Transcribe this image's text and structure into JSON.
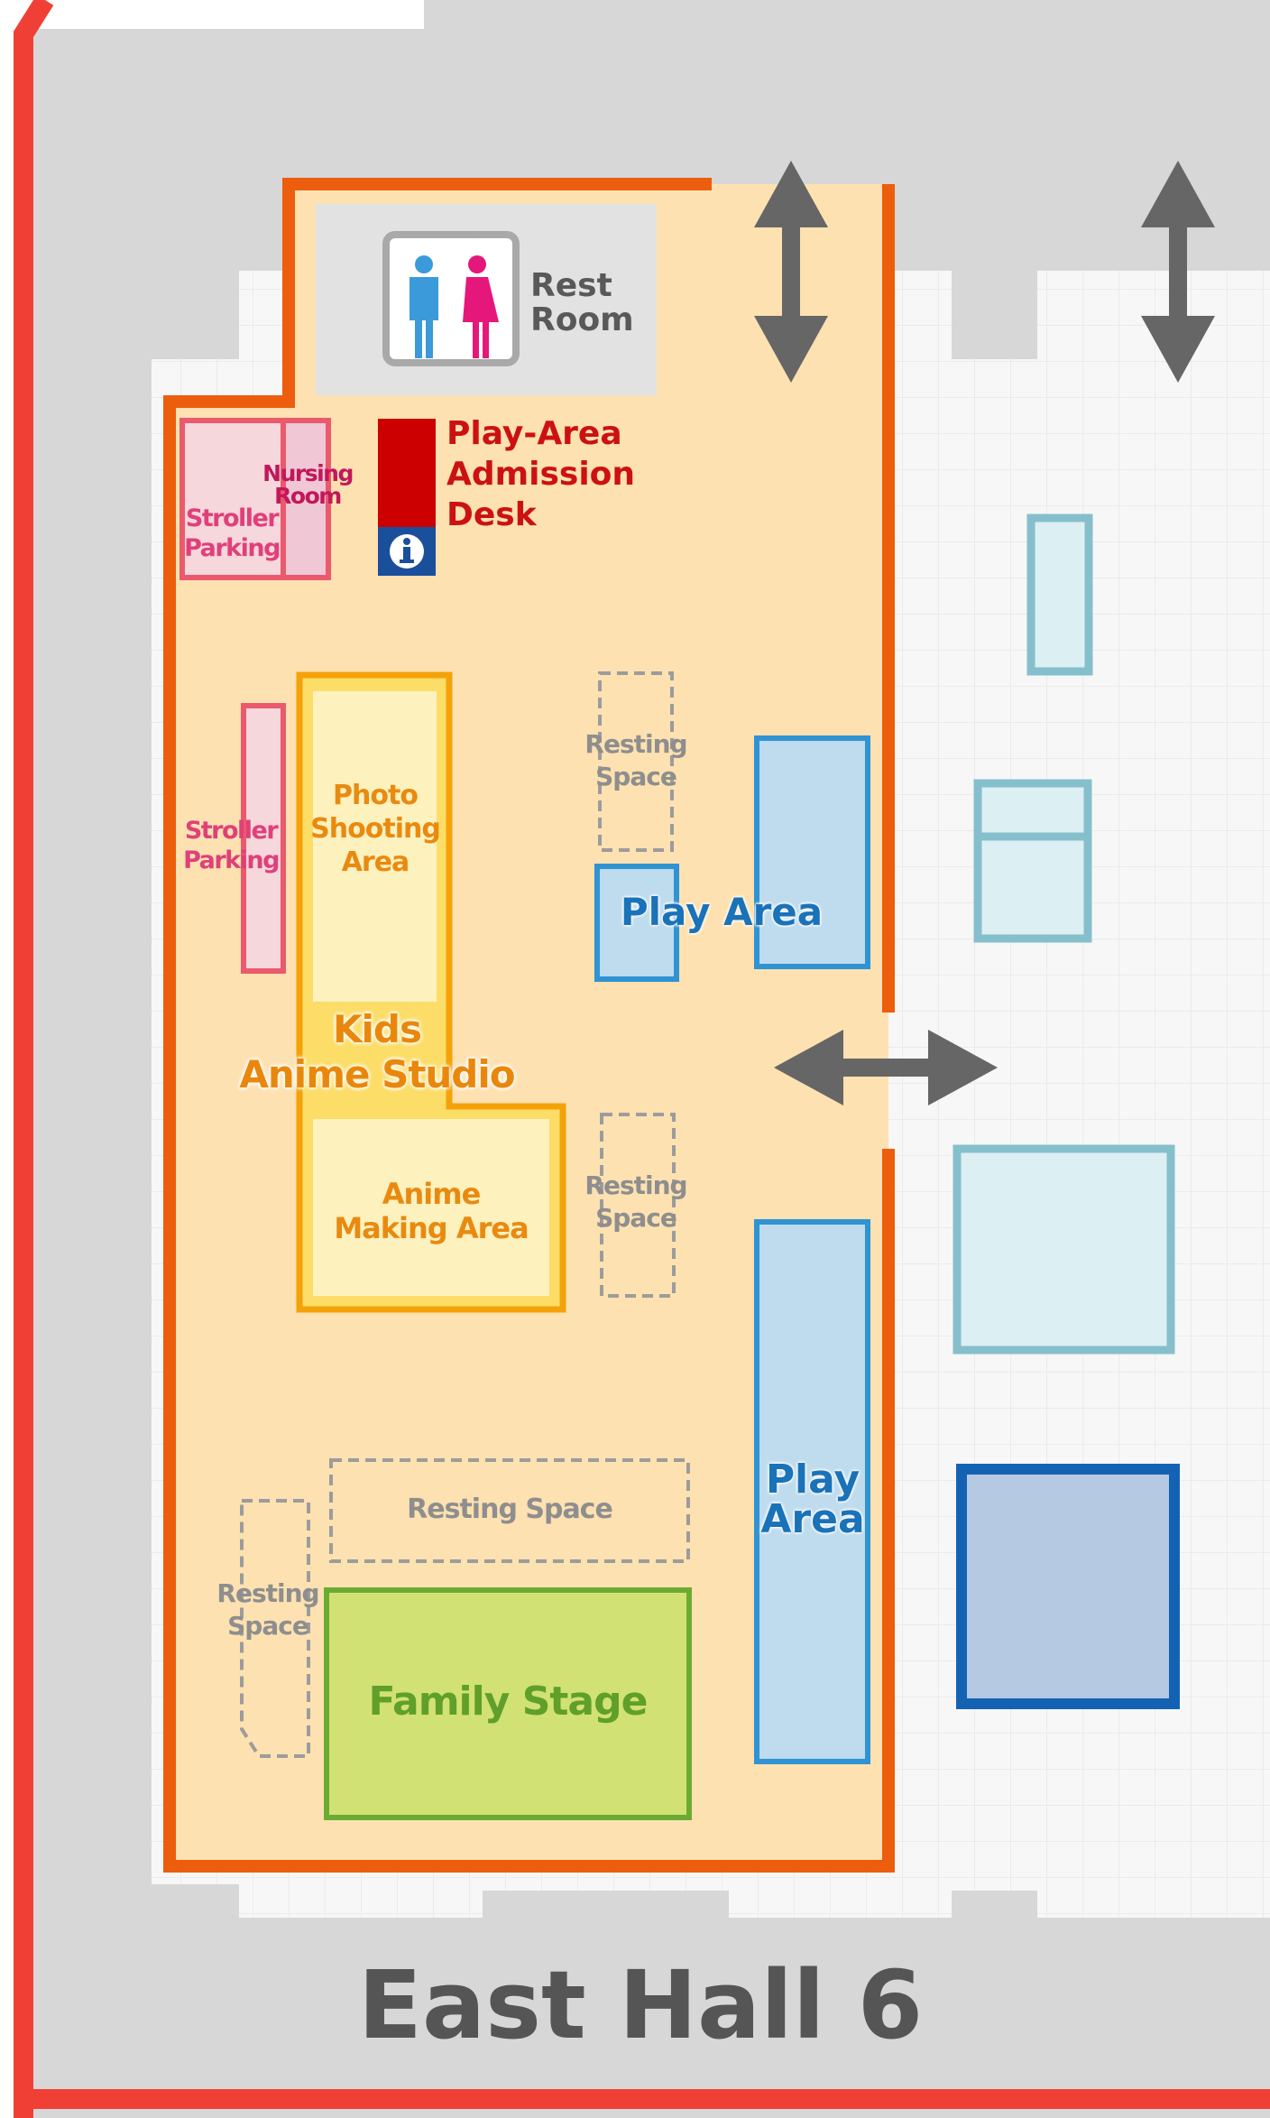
{
  "hall": {
    "name": "East Hall 6"
  },
  "facilities": {
    "restroom": {
      "line1": "Rest",
      "line2": "Room",
      "icon": "restroom-icon"
    },
    "admission_desk": {
      "line1": "Play-Area",
      "line2": "Admission",
      "line3": "Desk",
      "icon": "info-icon"
    },
    "nursing_room": {
      "line1": "Nursing",
      "line2": "Room"
    },
    "stroller_parking_top": {
      "line1": "Stroller",
      "line2": "Parking"
    },
    "stroller_parking_mid": {
      "line1": "Stroller",
      "line2": "Parking"
    }
  },
  "zones": {
    "photo_area": {
      "line1": "Photo",
      "line2": "Shooting",
      "line3": "Area"
    },
    "kids_anime_studio": {
      "line1": "Kids",
      "line2": "Anime Studio"
    },
    "anime_making_area": {
      "line1": "Anime",
      "line2": "Making Area"
    },
    "play_area_upper": {
      "label": "Play Area"
    },
    "play_area_lower": {
      "line1": "Play",
      "line2": "Area"
    },
    "family_stage": {
      "label": "Family Stage"
    }
  },
  "resting_spaces": {
    "upper": {
      "line1": "Resting",
      "line2": "Space"
    },
    "middle": {
      "line1": "Resting",
      "line2": "Space"
    },
    "bottom_wide": {
      "label": "Resting Space"
    },
    "bottom_left": {
      "line1": "Resting",
      "line2": "Space"
    }
  },
  "colors": {
    "hall_border": "#f04035",
    "hall_fill": "#d7d7d7",
    "floor_grid": "#f6f6f6",
    "zone_fill": "#fde1b1",
    "zone_border": "#ec5d0e",
    "play_blue": "#2f93d4",
    "family_stage": "#d2e173",
    "arrow_gray": "#666666"
  },
  "icons": [
    "double-arrow-vertical-icon",
    "double-arrow-horizontal-icon",
    "restroom-icon",
    "info-icon"
  ]
}
